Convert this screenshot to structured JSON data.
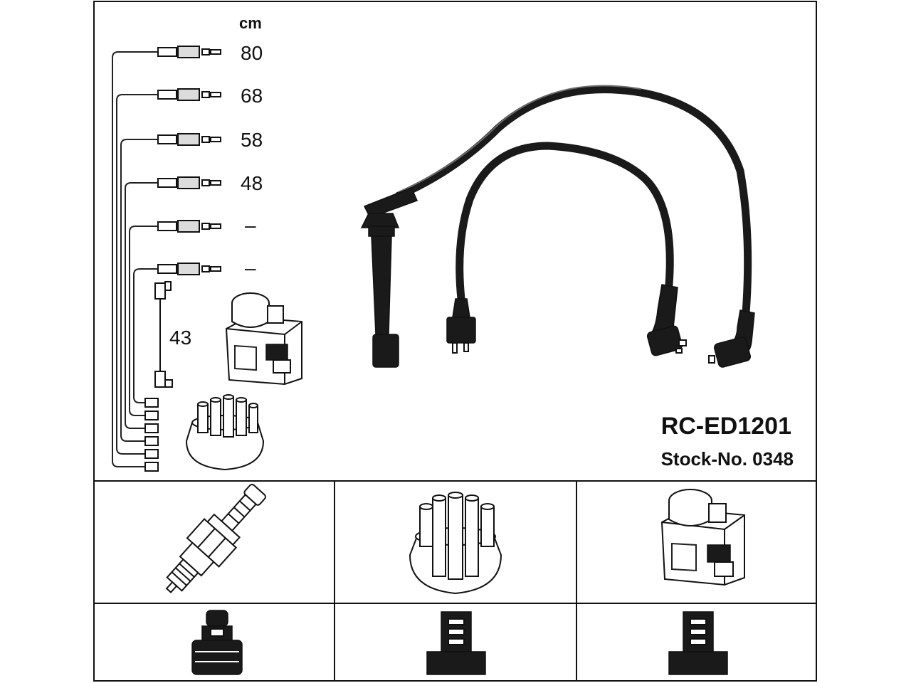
{
  "diagram": {
    "unit_label": "cm",
    "part_number": "RC-ED1201",
    "stock_number": "Stock-No. 0348",
    "lead_lengths": [
      "80",
      "68",
      "58",
      "48",
      "–",
      "–"
    ],
    "coil_lead_length": "43"
  }
}
